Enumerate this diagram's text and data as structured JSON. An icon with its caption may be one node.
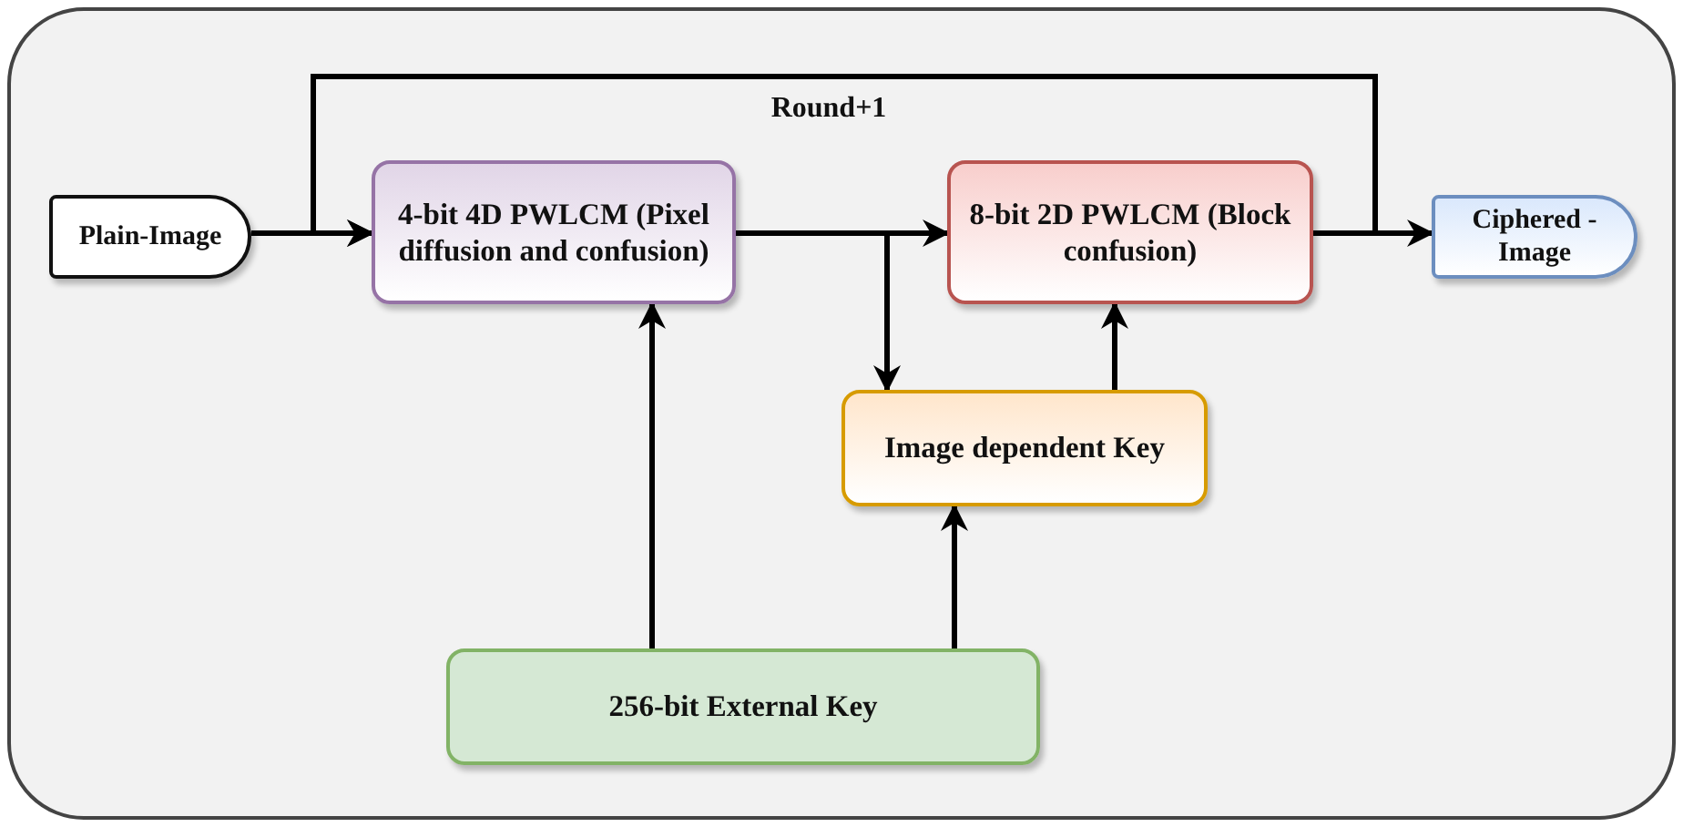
{
  "diagram": {
    "nodes": [
      {
        "text": [],
        "shape": "box"
      },
      {
        "text": [
          "Plain-Image"
        ],
        "in": 0
      },
      {
        "text": [
          "4-bit 4D PWLCM (Pixel diffusion and confusion)"
        ],
        "in": 0
      },
      {
        "text": [
          "8-bit 2D PWLCM (Block confusion)"
        ],
        "in": 0
      },
      {
        "text": [
          "Ciphered - Image"
        ],
        "in": 0
      },
      {
        "text": [
          "Image dependent Key"
        ],
        "in": 0
      },
      {
        "text": [
          "256-bit External Key"
        ],
        "in": 0
      }
    ],
    "edges": [
      {
        "from": 1,
        "to": 2,
        "arrow": "to"
      },
      {
        "from": 2,
        "to": 3,
        "arrow": "to"
      },
      {
        "from": 2,
        "to": 5,
        "arrow": "to"
      },
      {
        "from": 3,
        "to": 4,
        "arrow": "to"
      },
      {
        "from": 3,
        "to": 2,
        "arrow": "to",
        "label": "Round+1"
      },
      {
        "from": 6,
        "to": 2,
        "arrow": "to"
      },
      {
        "from": 6,
        "to": 5,
        "arrow": "to"
      },
      {
        "from": 5,
        "to": 3,
        "arrow": "to"
      }
    ]
  }
}
